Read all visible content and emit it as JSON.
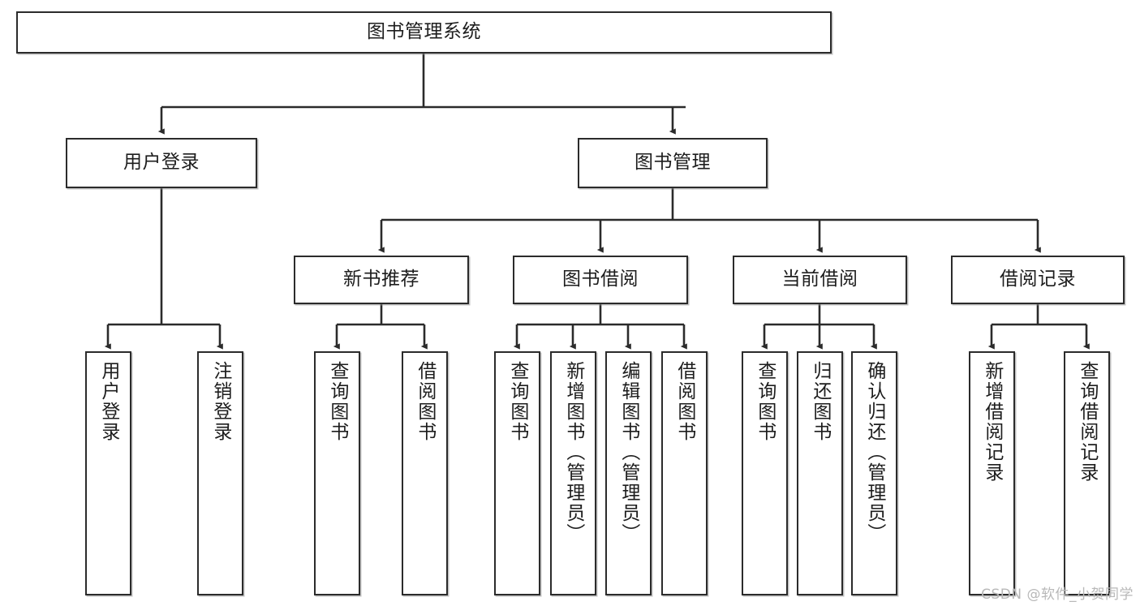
{
  "diagram": {
    "title": "图书管理系统",
    "type": "tree-hierarchy-chart",
    "orientation": "top-down",
    "watermark": "CSDN @软件_小贺同学",
    "colors": {
      "box_border": "#2b2b2b",
      "box_fill": "#ffffff",
      "edge": "#2b2b2b",
      "text": "#1d1d1d",
      "watermark": "#b8b8b8",
      "background": "#ffffff"
    },
    "nodes": {
      "root": {
        "label": "图书管理系统",
        "level": 1,
        "text_direction": "horizontal"
      },
      "l2": [
        {
          "label": "用户登录",
          "text_direction": "horizontal"
        },
        {
          "label": "图书管理",
          "text_direction": "horizontal"
        }
      ],
      "l3": [
        {
          "label": "新书推荐",
          "text_direction": "horizontal"
        },
        {
          "label": "图书借阅",
          "text_direction": "horizontal"
        },
        {
          "label": "当前借阅",
          "text_direction": "horizontal"
        },
        {
          "label": "借阅记录",
          "text_direction": "horizontal"
        }
      ],
      "leaves": [
        {
          "label": "用户登录",
          "parent": "用户登录",
          "text_direction": "vertical"
        },
        {
          "label": "注销登录",
          "parent": "用户登录",
          "text_direction": "vertical"
        },
        {
          "label": "查询图书",
          "parent": "新书推荐",
          "text_direction": "vertical"
        },
        {
          "label": "借阅图书",
          "parent": "新书推荐",
          "text_direction": "vertical"
        },
        {
          "label": "查询图书",
          "parent": "图书借阅",
          "text_direction": "vertical"
        },
        {
          "label": "新增图书（管理员）",
          "parent": "图书借阅",
          "text_direction": "vertical"
        },
        {
          "label": "编辑图书（管理员）",
          "parent": "图书借阅",
          "text_direction": "vertical"
        },
        {
          "label": "借阅图书",
          "parent": "图书借阅",
          "text_direction": "vertical"
        },
        {
          "label": "查询图书",
          "parent": "当前借阅",
          "text_direction": "vertical"
        },
        {
          "label": "归还图书",
          "parent": "当前借阅",
          "text_direction": "vertical"
        },
        {
          "label": "确认归还（管理员）",
          "parent": "当前借阅",
          "text_direction": "vertical"
        },
        {
          "label": "新增借阅记录",
          "parent": "借阅记录",
          "text_direction": "vertical"
        },
        {
          "label": "查询借阅记录",
          "parent": "借阅记录",
          "text_direction": "vertical"
        }
      ]
    }
  }
}
